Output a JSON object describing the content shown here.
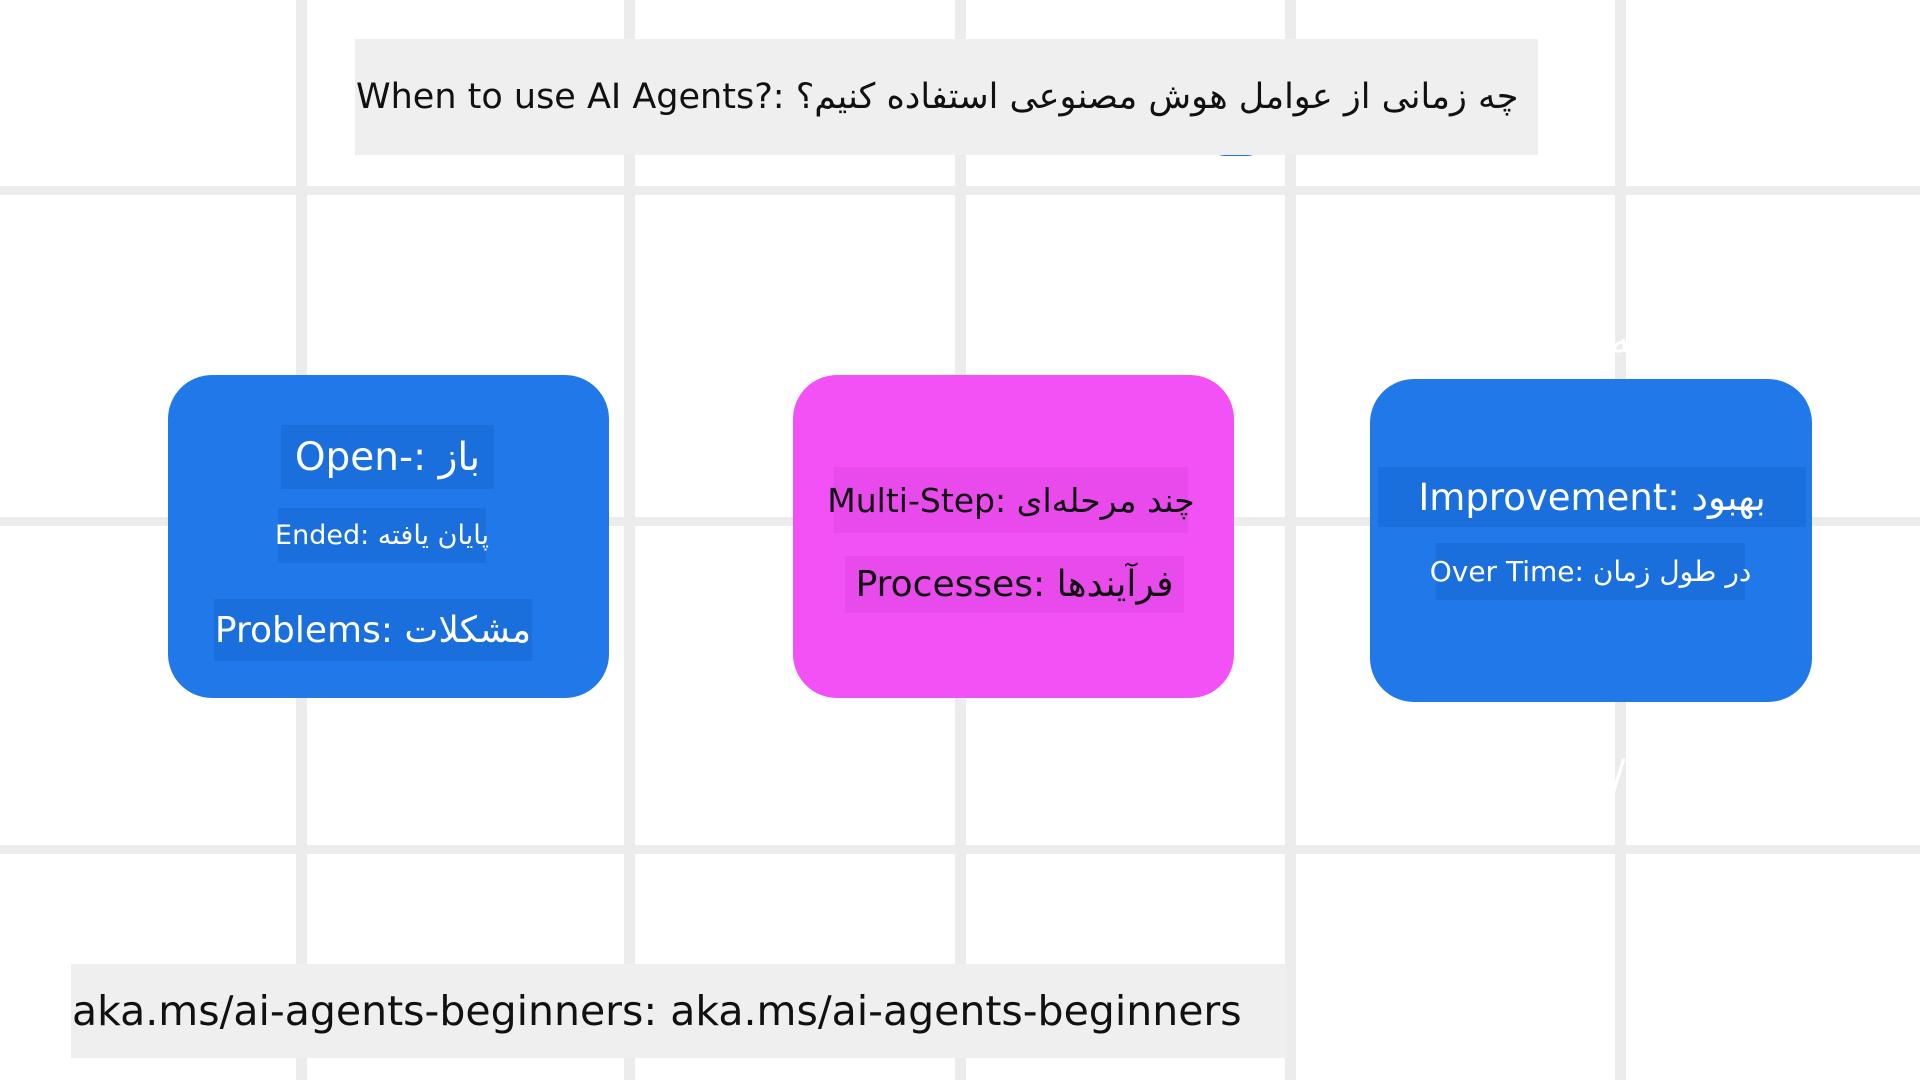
{
  "title": "When to use AI Agents?: چه زمانی از عوامل هوش مصنوعی استفاده کنیم؟",
  "cards": [
    {
      "color": "#2178e8",
      "lines": [
        "Open-: باز",
        "Ended: پایان یافته",
        "Problems: مشکلات"
      ]
    },
    {
      "color": "#f251f6",
      "lines": [
        "Multi-Step: چند مرحله‌ای",
        "Processes: فرآیندها"
      ]
    },
    {
      "color": "#2178e8",
      "lines": [
        "Improvement: بهبود",
        "Over Time: در طول زمان"
      ]
    }
  ],
  "footer": "aka.ms/ai-agents-beginners: aka.ms/ai-agents-beginners"
}
